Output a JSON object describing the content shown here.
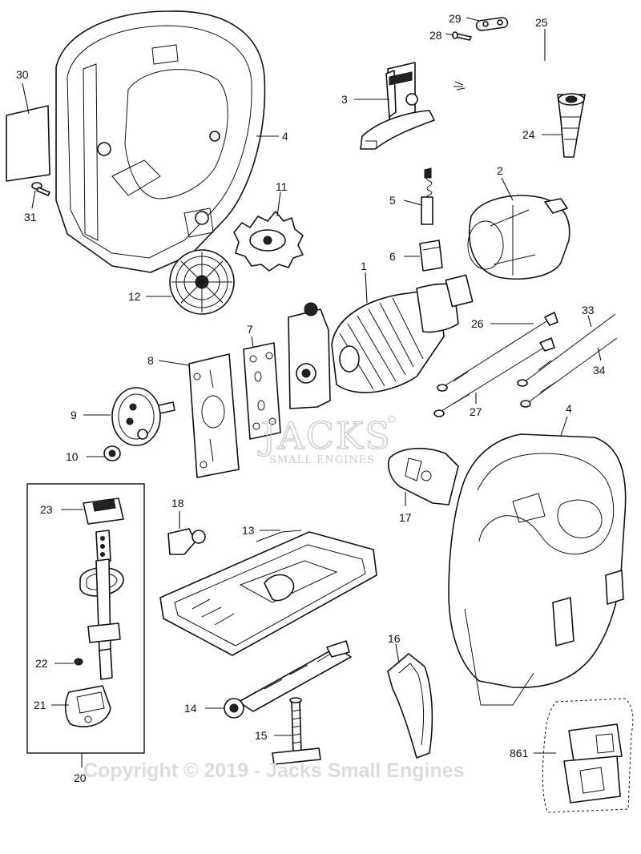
{
  "diagram": {
    "callouts": [
      "30",
      "31",
      "4",
      "29",
      "28",
      "25",
      "3",
      "24",
      "11",
      "2",
      "5",
      "12",
      "6",
      "1",
      "7",
      "8",
      "26",
      "33",
      "34",
      "9",
      "27",
      "10",
      "4",
      "17",
      "23",
      "18",
      "13",
      "22",
      "21",
      "14",
      "16",
      "15",
      "20",
      "861"
    ]
  },
  "watermark": {
    "logo": "JACKS",
    "logo_mark": "©",
    "subtitle": "SMALL ENGINES",
    "copyright": "Copyright © 2019 - Jacks Small Engines"
  }
}
